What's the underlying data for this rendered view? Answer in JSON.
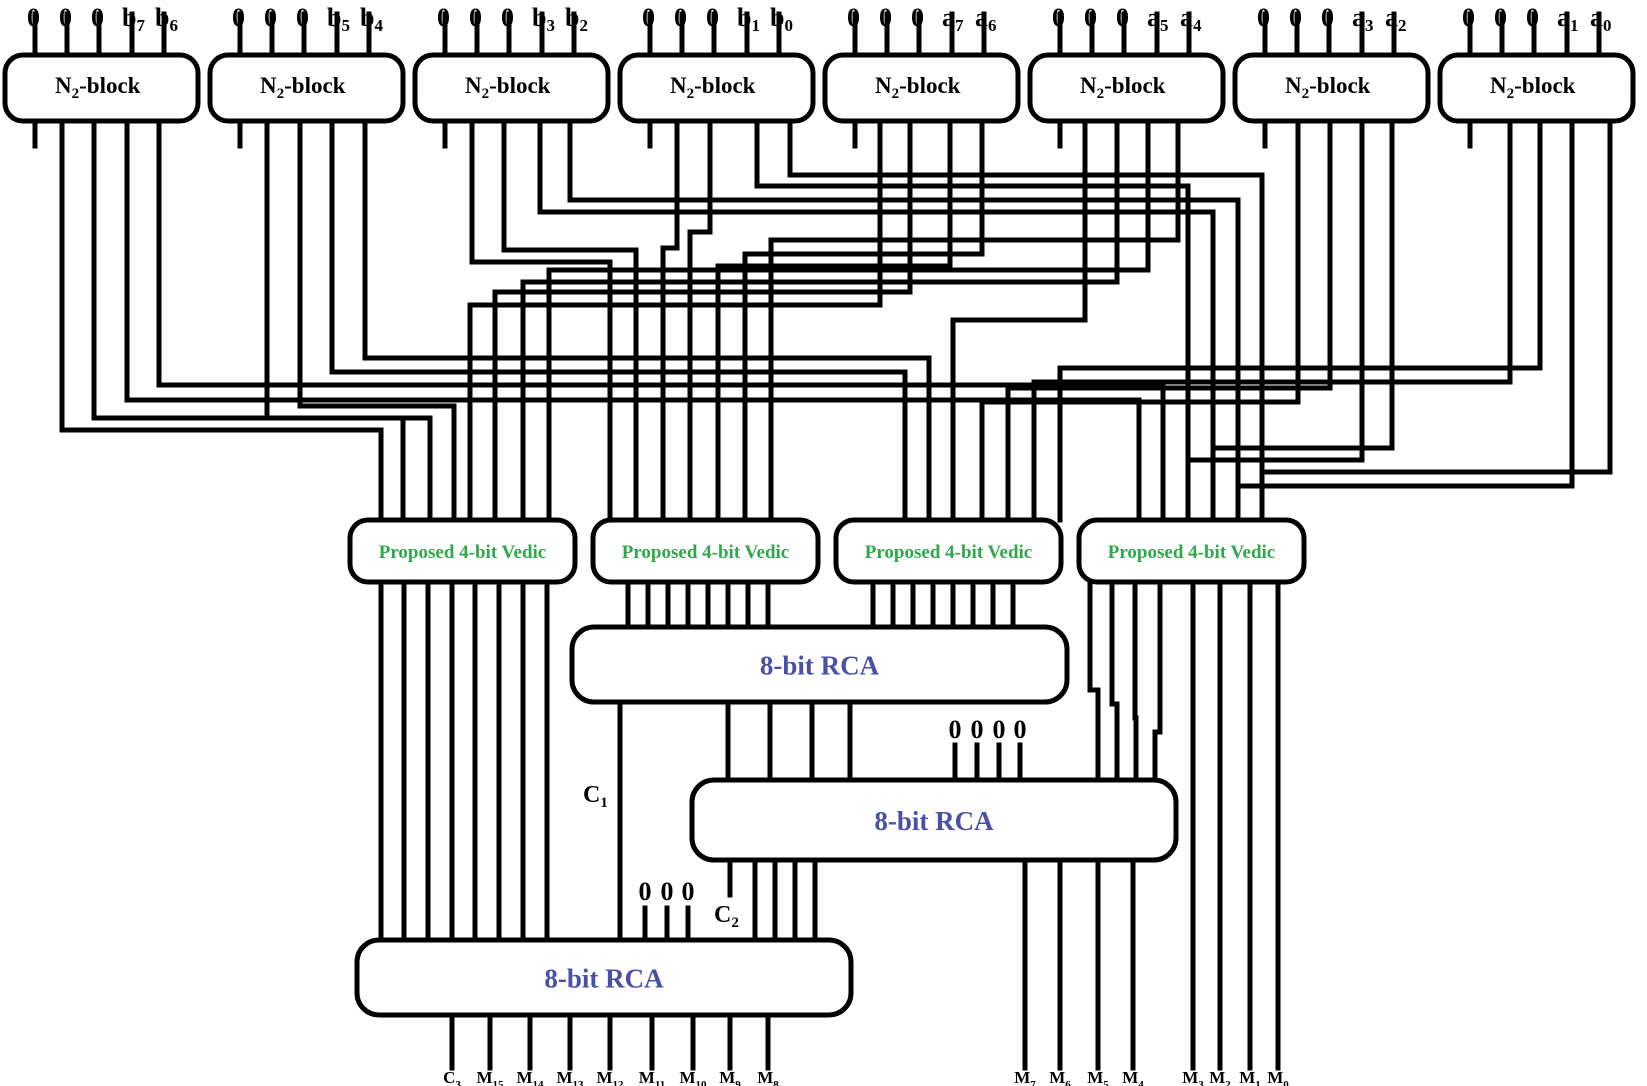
{
  "inputs": [
    {
      "z1": "0",
      "z2": "0",
      "z3": "0",
      "hi": "b",
      "hi_sub": "7",
      "lo": "b",
      "lo_sub": "6"
    },
    {
      "z1": "0",
      "z2": "0",
      "z3": "0",
      "hi": "b",
      "hi_sub": "5",
      "lo": "b",
      "lo_sub": "4"
    },
    {
      "z1": "0",
      "z2": "0",
      "z3": "0",
      "hi": "b",
      "hi_sub": "3",
      "lo": "b",
      "lo_sub": "2"
    },
    {
      "z1": "0",
      "z2": "0",
      "z3": "0",
      "hi": "b",
      "hi_sub": "1",
      "lo": "b",
      "lo_sub": "0"
    },
    {
      "z1": "0",
      "z2": "0",
      "z3": "0",
      "hi": "a",
      "hi_sub": "7",
      "lo": "a",
      "lo_sub": "6"
    },
    {
      "z1": "0",
      "z2": "0",
      "z3": "0",
      "hi": "a",
      "hi_sub": "5",
      "lo": "a",
      "lo_sub": "4"
    },
    {
      "z1": "0",
      "z2": "0",
      "z3": "0",
      "hi": "a",
      "hi_sub": "3",
      "lo": "a",
      "lo_sub": "2"
    },
    {
      "z1": "0",
      "z2": "0",
      "z3": "0",
      "hi": "a",
      "hi_sub": "1",
      "lo": "a",
      "lo_sub": "0"
    }
  ],
  "n2_blocks": [
    {
      "name": "N",
      "sub": "2",
      "rest": "-block"
    },
    {
      "name": "N",
      "sub": "2",
      "rest": "-block"
    },
    {
      "name": "N",
      "sub": "2",
      "rest": "-block"
    },
    {
      "name": "N",
      "sub": "2",
      "rest": "-block"
    },
    {
      "name": "N",
      "sub": "2",
      "rest": "-block"
    },
    {
      "name": "N",
      "sub": "2",
      "rest": "-block"
    },
    {
      "name": "N",
      "sub": "2",
      "rest": "-block"
    },
    {
      "name": "N",
      "sub": "2",
      "rest": "-block"
    }
  ],
  "vedic_blocks": [
    "Proposed 4-bit Vedic",
    "Proposed 4-bit Vedic",
    "Proposed 4-bit Vedic",
    "Proposed 4-bit Vedic"
  ],
  "rca_blocks": [
    "8-bit RCA",
    "8-bit RCA",
    "8-bit RCA"
  ],
  "zeros_rca2": [
    "0",
    "0",
    "0",
    "0"
  ],
  "zeros_rca3": [
    "0",
    "0",
    "0"
  ],
  "carries": {
    "c1": {
      "main": "C",
      "sub": "1"
    },
    "c2": {
      "main": "C",
      "sub": "2"
    }
  },
  "outputs": [
    {
      "main": "C",
      "sub": "3"
    },
    {
      "main": "M",
      "sub": "15"
    },
    {
      "main": "M",
      "sub": "14"
    },
    {
      "main": "M",
      "sub": "13"
    },
    {
      "main": "M",
      "sub": "12"
    },
    {
      "main": "M",
      "sub": "11"
    },
    {
      "main": "M",
      "sub": "10"
    },
    {
      "main": "M",
      "sub": "9"
    },
    {
      "main": "M",
      "sub": "8"
    },
    {
      "main": "M",
      "sub": "7"
    },
    {
      "main": "M",
      "sub": "6"
    },
    {
      "main": "M",
      "sub": "5"
    },
    {
      "main": "M",
      "sub": "4"
    },
    {
      "main": "M",
      "sub": "3"
    },
    {
      "main": "M",
      "sub": "2"
    },
    {
      "main": "M",
      "sub": "1"
    },
    {
      "main": "M",
      "sub": "0"
    }
  ],
  "colors": {
    "wire": "#000000",
    "vedic_text": "#2ea84a",
    "rca_text": "#4a4fa8",
    "background": "#ffffff"
  }
}
